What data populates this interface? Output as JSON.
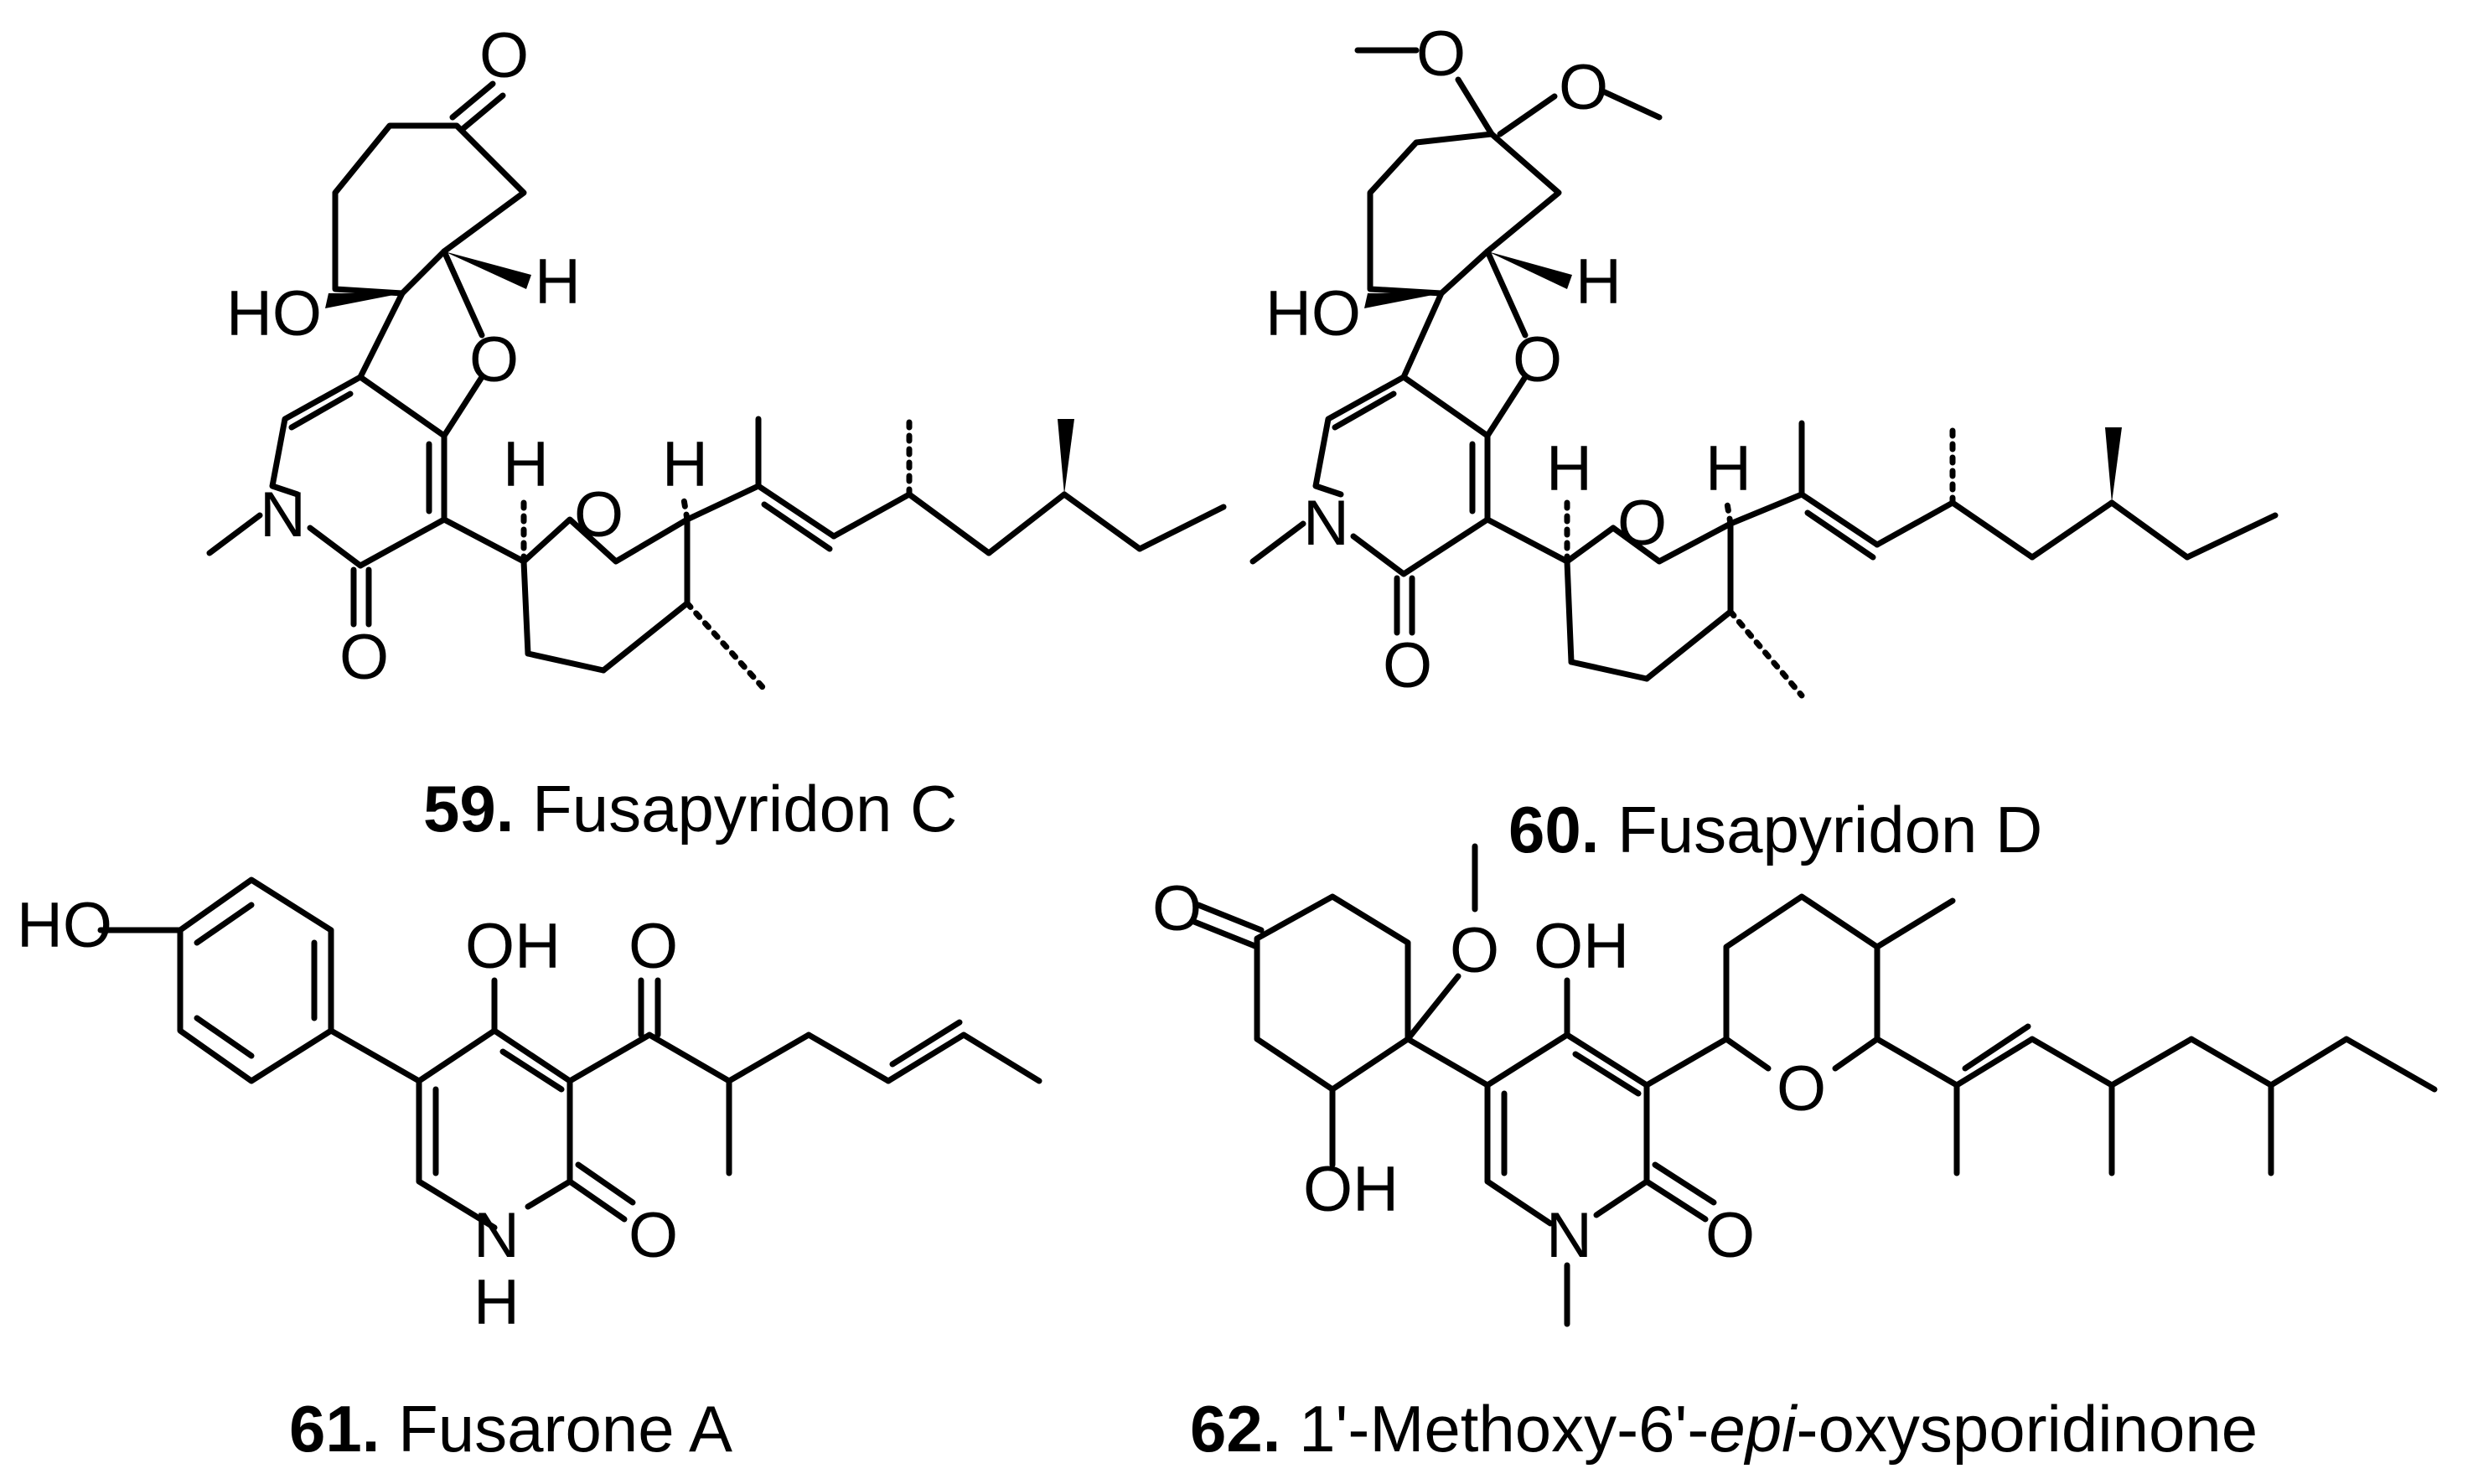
{
  "compounds": [
    {
      "number": "59.",
      "name": "Fusapyridon C"
    },
    {
      "number": "60.",
      "name": "Fusapyridon D"
    },
    {
      "number": "61.",
      "name": "Fusarone A"
    },
    {
      "number": "62.",
      "name_prefix": "1'-Methoxy-6'-",
      "name_italic": "epi",
      "name_suffix": "-oxysporidinone"
    }
  ],
  "atom_labels": {
    "O": "O",
    "N": "N",
    "H": "H",
    "OH": "OH",
    "HO": "HO"
  }
}
